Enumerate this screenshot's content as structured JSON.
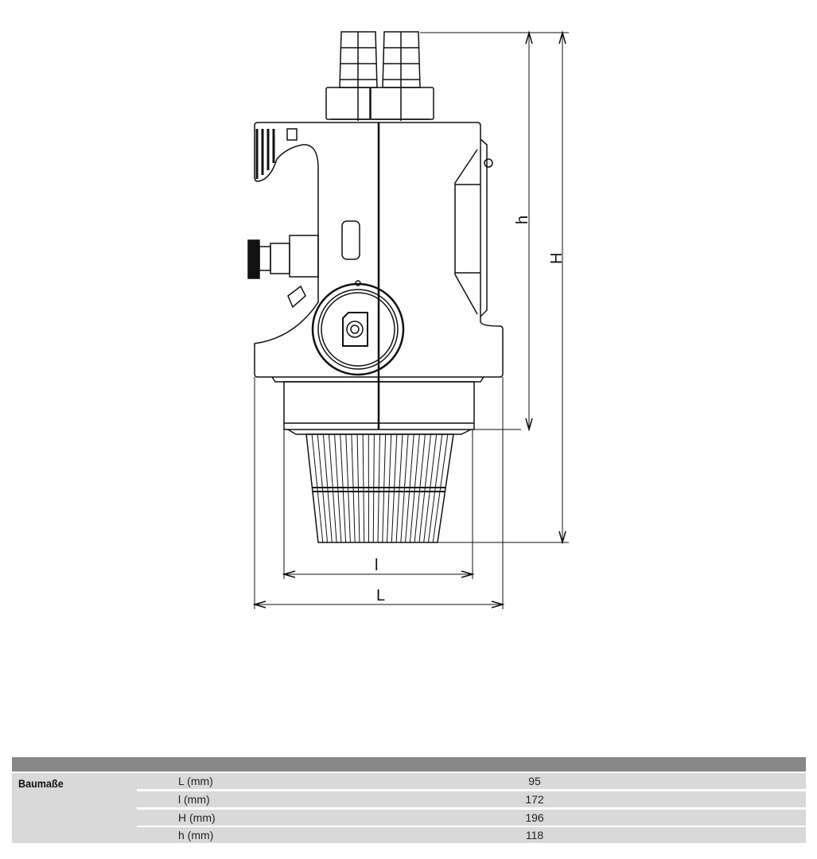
{
  "drawing": {
    "dimension_labels": {
      "h": "h",
      "H": "H",
      "l": "l",
      "L": "L"
    }
  },
  "table": {
    "group_label": "Baumaße",
    "rows": [
      {
        "label": "L (mm)",
        "value": "95"
      },
      {
        "label": "l (mm)",
        "value": "172"
      },
      {
        "label": "H (mm)",
        "value": "196"
      },
      {
        "label": "h (mm)",
        "value": "118"
      }
    ]
  }
}
